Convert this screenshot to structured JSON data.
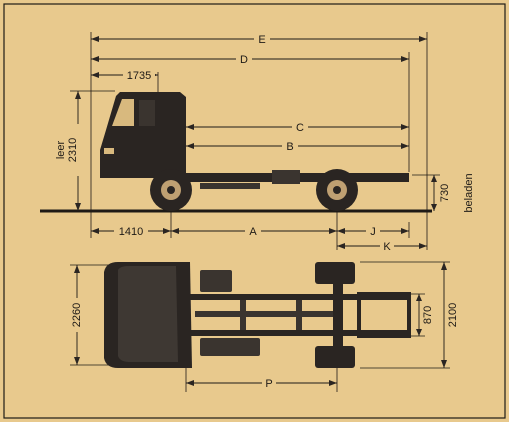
{
  "colors": {
    "paper": "#e8c98d",
    "ink": "#1e1a16",
    "truck": "#2a2522"
  },
  "side_view": {
    "dims": {
      "E": "E",
      "D": "D",
      "C": "C",
      "B": "B",
      "A": "A",
      "J": "J",
      "K": "K",
      "cab": "1735",
      "front": "1410",
      "height_empty": "2310",
      "height_empty_label": "leer",
      "frame_loaded": "730",
      "frame_loaded_label": "beladen"
    }
  },
  "top_view": {
    "dims": {
      "width": "2260",
      "track": "2100",
      "frame_width": "870",
      "P": "P"
    }
  }
}
